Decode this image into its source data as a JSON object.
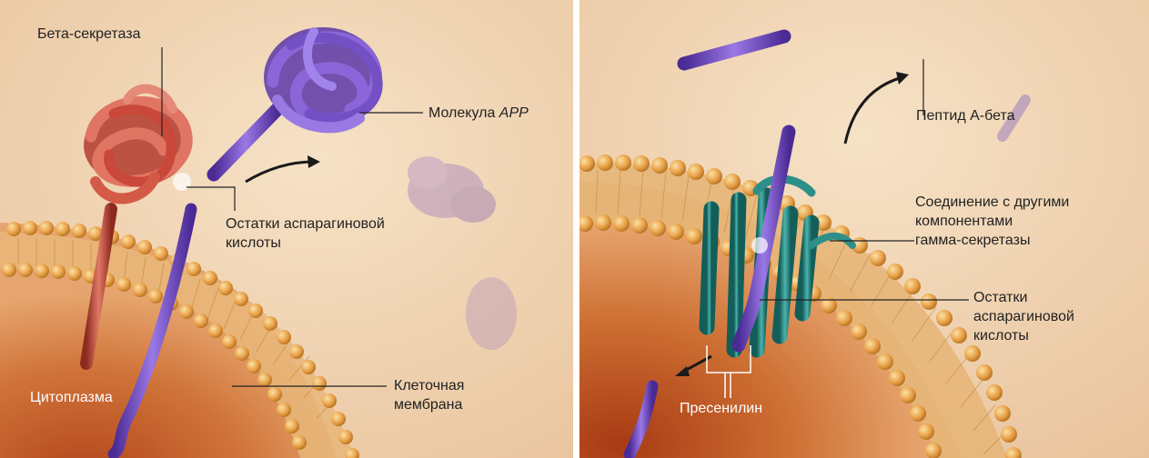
{
  "left_panel": {
    "labels": {
      "beta_secretase": "Бета-секретаза",
      "app_molecule_prefix": "Молекула ",
      "app_molecule_italic": "APP",
      "aspartic_residues_line1": "Остатки аспарагиновой",
      "aspartic_residues_line2": "кислоты",
      "cell_membrane_line1": "Клеточная",
      "cell_membrane_line2": "мембрана",
      "cytoplasm": "Цитоплазма"
    }
  },
  "right_panel": {
    "labels": {
      "abeta_peptide": "Пептид А-бета",
      "gamma_connection_line1": "Соединение с другими",
      "gamma_connection_line2": "компонентами",
      "gamma_connection_line3": "гамма-секретазы",
      "aspartic_residues_line1": "Остатки",
      "aspartic_residues_line2": "аспарагиновой",
      "aspartic_residues_line3": "кислоты",
      "presenilin": "Пресенилин"
    }
  },
  "colors": {
    "background": "#f3d9b8",
    "cytoplasm": "#c8642a",
    "lipid_head": "#e9a24a",
    "app_purple": "#7a52c9",
    "beta_secretase_red": "#c9483a",
    "presenilin_teal": "#2e8f8a"
  }
}
